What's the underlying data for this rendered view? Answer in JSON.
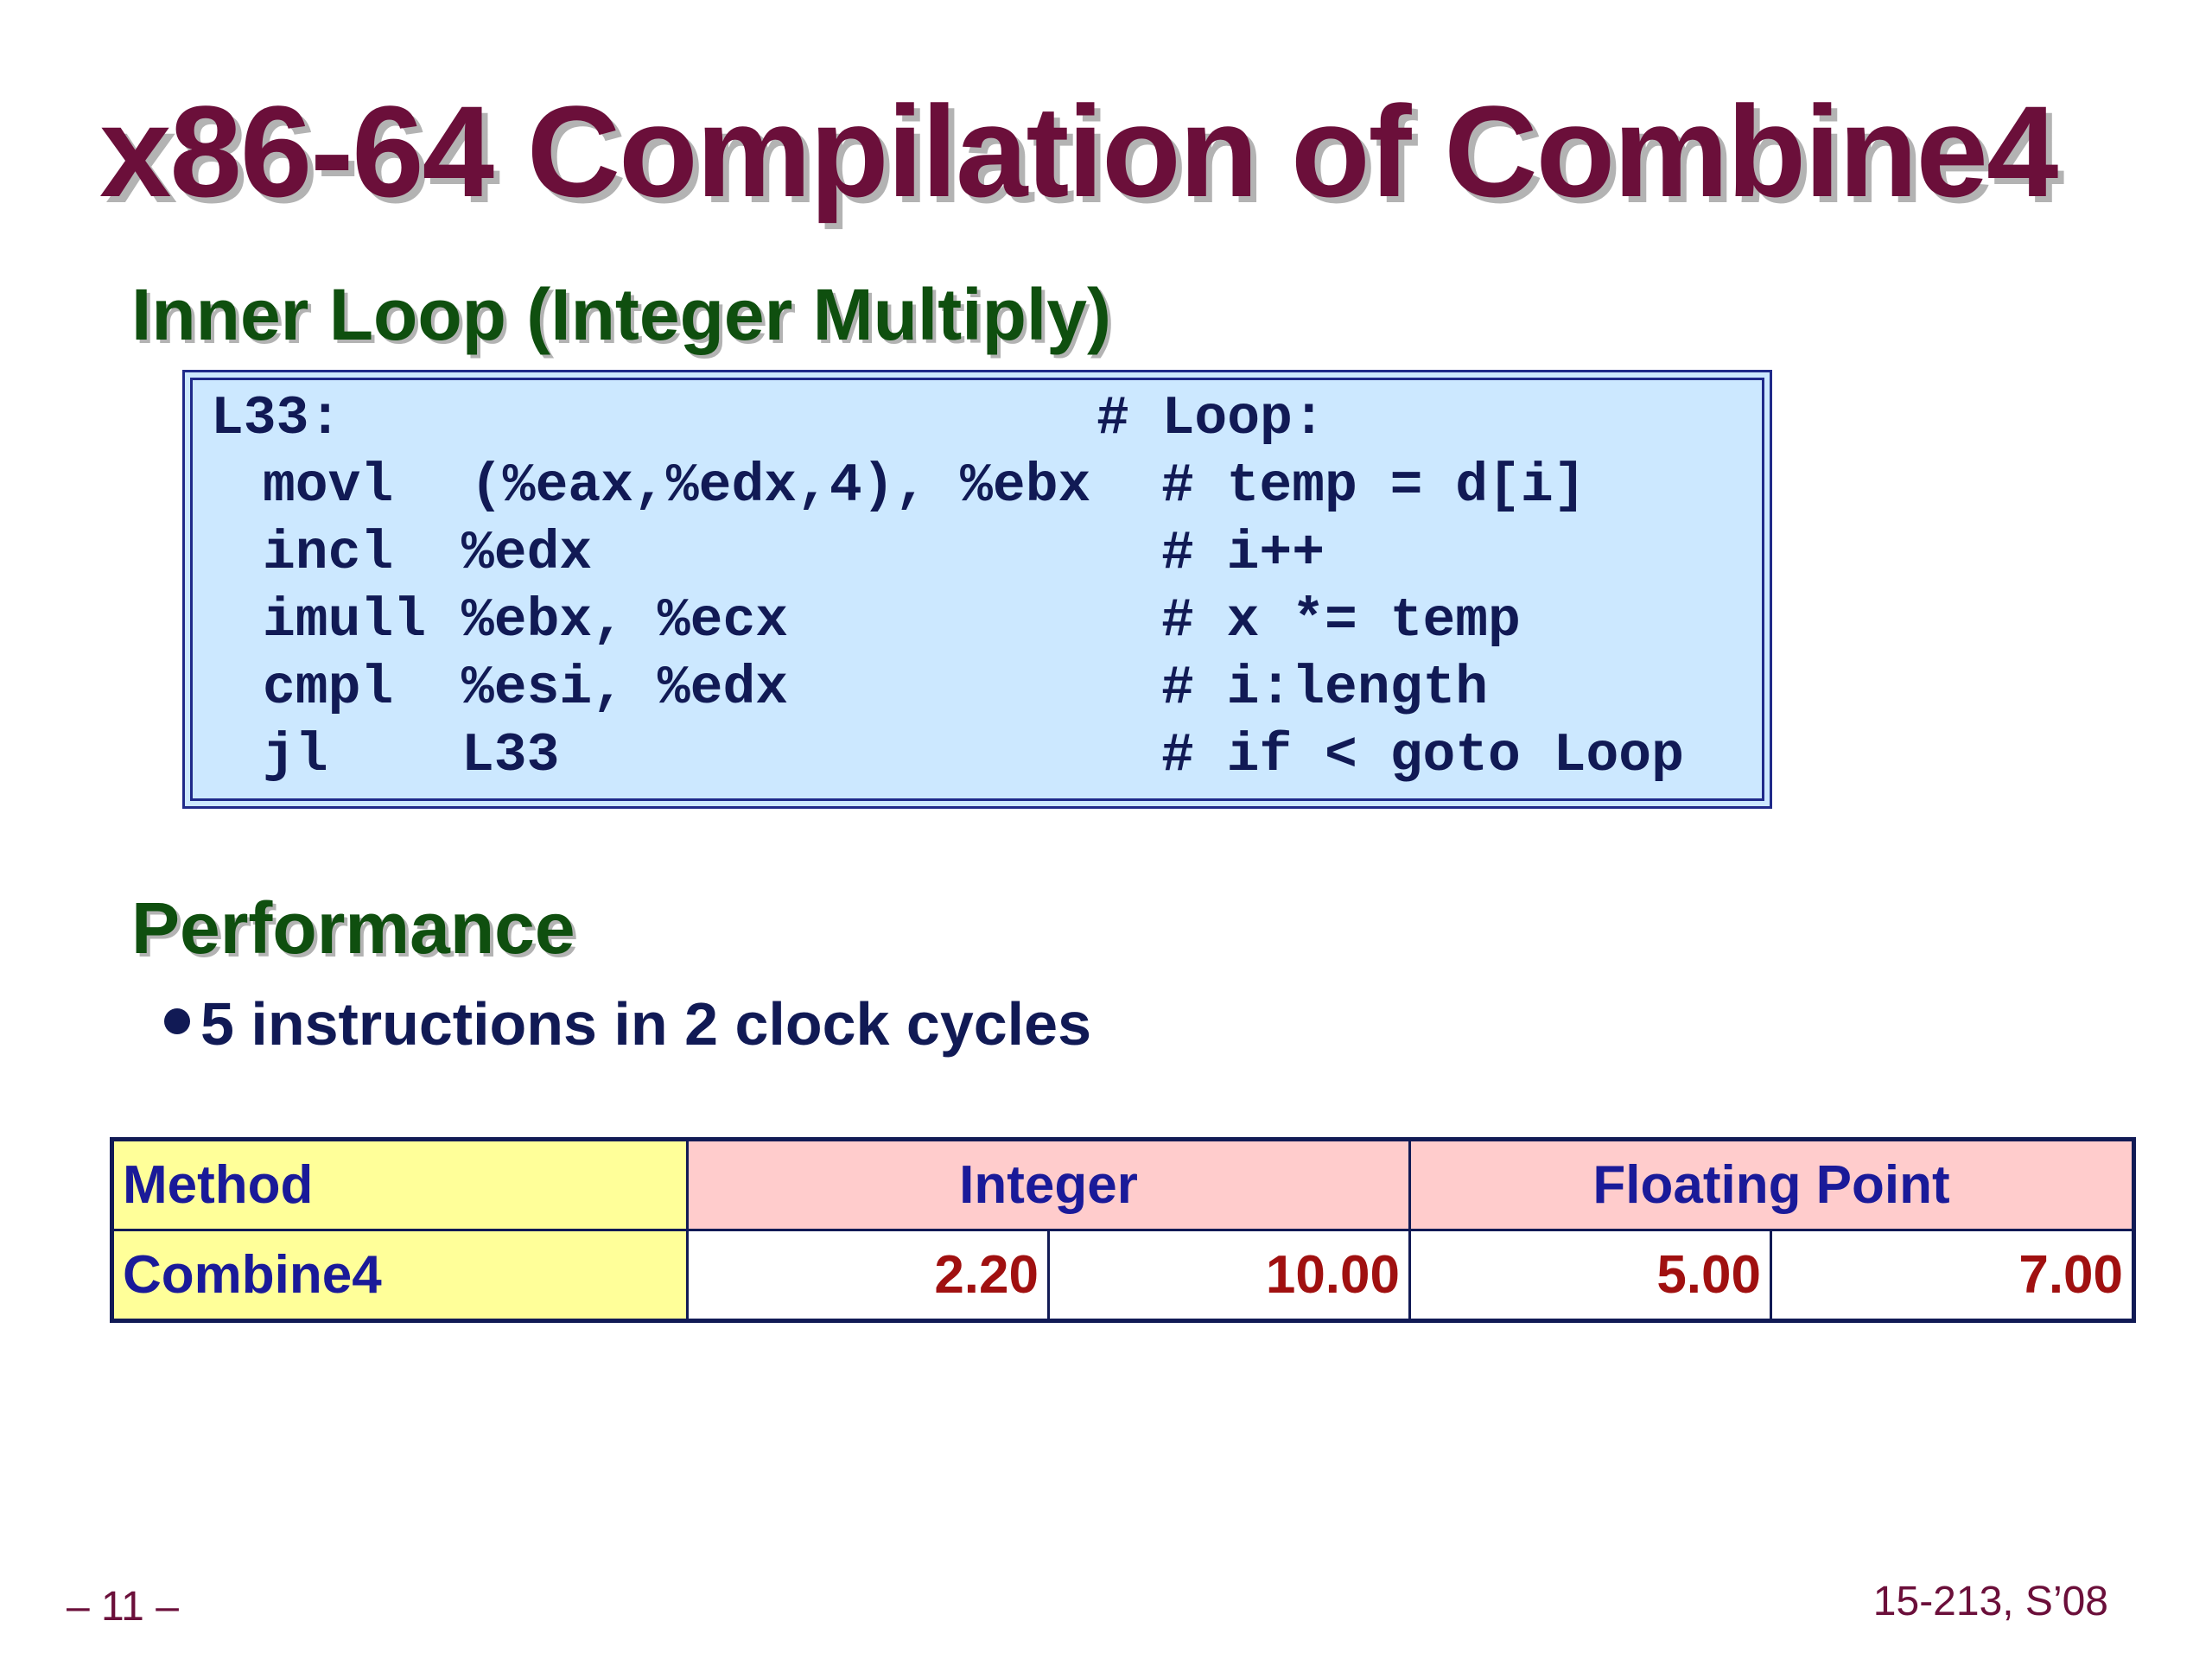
{
  "slide": {
    "title": "x86-64 Compilation of Combine4",
    "section_loop_heading": "Inner Loop (Integer Multiply)",
    "code": {
      "label": "L33:",
      "label_comment": "# Loop:",
      "lines": [
        {
          "op": "movl",
          "args": "(%eax,%edx,4), %ebx",
          "comment": "# temp = d[i]"
        },
        {
          "op": "incl",
          "args": "%edx",
          "comment": "# i++"
        },
        {
          "op": "imull",
          "args": "%ebx, %ecx",
          "comment": "# x *= temp"
        },
        {
          "op": "cmpl",
          "args": "%esi, %edx",
          "comment": "# i:length"
        },
        {
          "op": "jl",
          "args": "L33",
          "comment": "# if < goto Loop"
        }
      ]
    },
    "section_perf_heading": "Performance",
    "bullet": "5 instructions in 2 clock cycles",
    "table": {
      "header": {
        "method": "Method",
        "integer": "Integer",
        "floating": "Floating Point"
      },
      "row": {
        "method": "Combine4",
        "int_a": "2.20",
        "int_b": "10.00",
        "fp_a": "5.00",
        "fp_b": "7.00"
      }
    },
    "footer": {
      "page": "– 11 –",
      "course": "15-213, S’08"
    }
  }
}
